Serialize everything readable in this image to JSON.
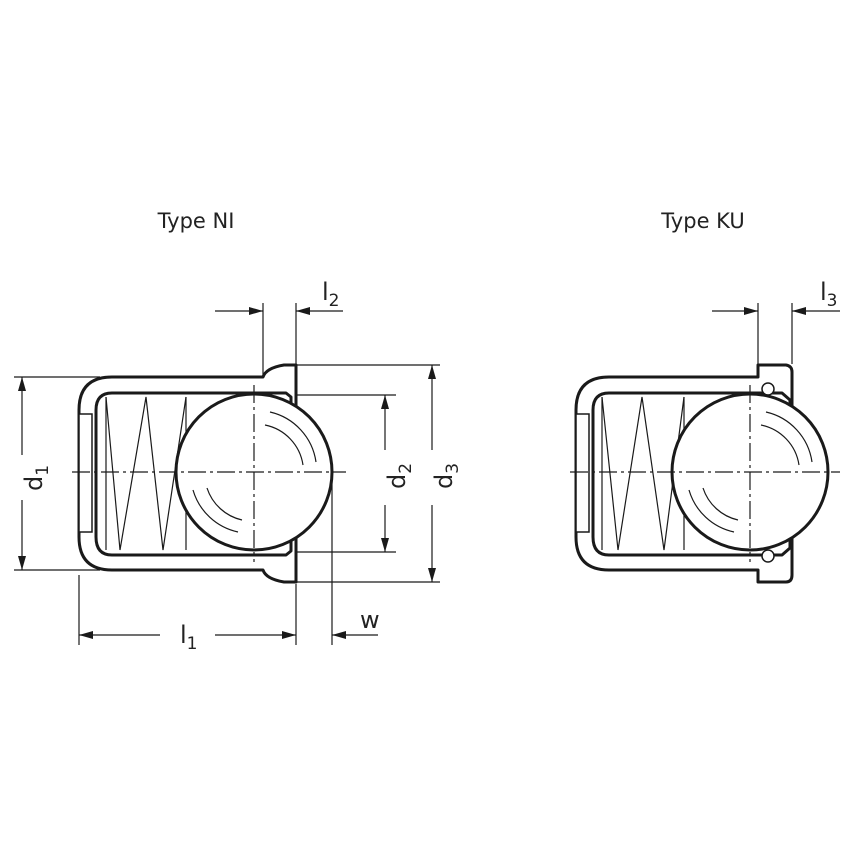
{
  "titles": {
    "left": "Type  NI",
    "right": "Type  KU"
  },
  "dimensions": {
    "d1": {
      "main": "d",
      "sub": "1"
    },
    "d2": {
      "main": "d",
      "sub": "2"
    },
    "d3": {
      "main": "d",
      "sub": "3"
    },
    "l1": {
      "main": "l",
      "sub": "1"
    },
    "l2": {
      "main": "l",
      "sub": "2"
    },
    "l3": {
      "main": "l",
      "sub": "3"
    },
    "w": {
      "main": "w"
    }
  },
  "colors": {
    "line": "#1a1a1a",
    "background": "#ffffff"
  }
}
